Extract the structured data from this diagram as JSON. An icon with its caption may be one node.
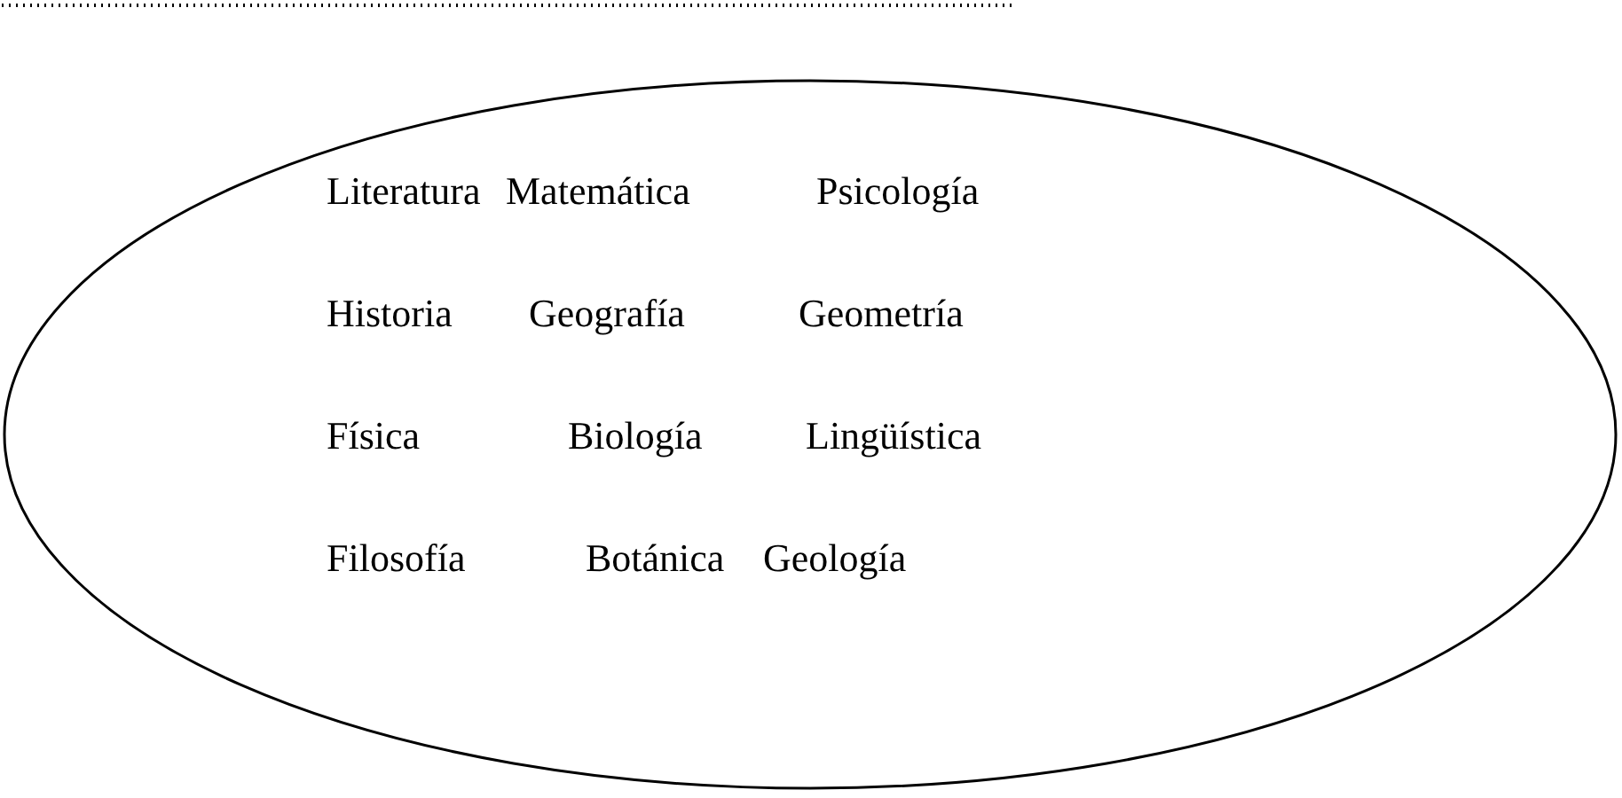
{
  "diagram": {
    "nodes": [
      {
        "text": [
          "Literatura",
          "Matemática",
          "Psicología",
          "Historia",
          "Geografía",
          "Geometría",
          "Física",
          "Biología",
          "Lingüística",
          "Filosofía",
          "Botánica",
          "Geología"
        ]
      }
    ]
  }
}
